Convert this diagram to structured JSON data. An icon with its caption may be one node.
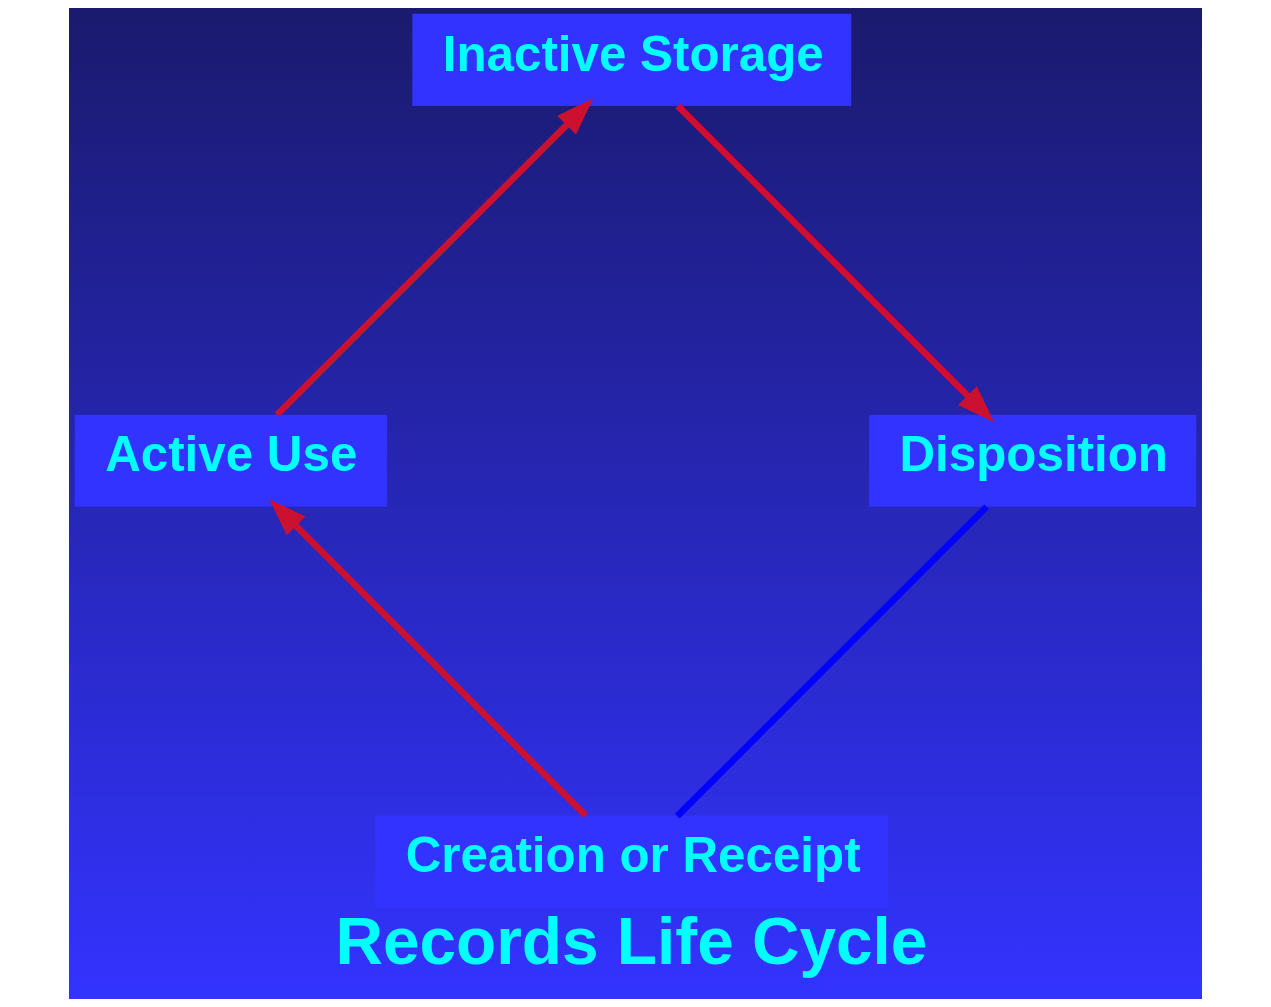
{
  "diagram": {
    "title": "Records Life Cycle",
    "nodes": [
      {
        "text": [
          "Creation or Receipt"
        ]
      },
      {
        "text": [
          "Active Use"
        ]
      },
      {
        "text": [
          "Inactive Storage"
        ]
      },
      {
        "text": [
          "Disposition"
        ]
      }
    ],
    "edges": [
      {
        "from": 0,
        "to": 1,
        "arrow": "to"
      },
      {
        "from": 1,
        "to": 2,
        "arrow": "to"
      },
      {
        "from": 2,
        "to": 3,
        "arrow": "to"
      },
      {
        "from": 3,
        "to": 0,
        "arrow": "none",
        "color": "#0000ff"
      }
    ]
  }
}
